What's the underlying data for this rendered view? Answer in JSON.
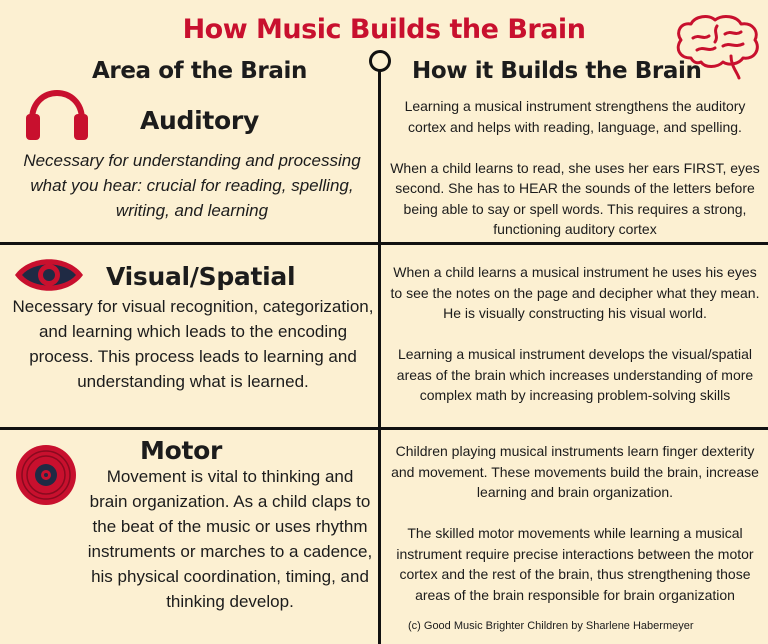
{
  "title": "How Music Builds the Brain",
  "headers": {
    "left": "Area of the Brain",
    "right": "How it Builds the Brain"
  },
  "colors": {
    "accent": "#c8102e",
    "background": "#fcf0d2",
    "divider": "#111111"
  },
  "sections": [
    {
      "title": "Auditory",
      "icon": "headphones-icon",
      "description": "Necessary for understanding and processing what you hear: crucial for reading, spelling, writing, and learning",
      "detail": "Learning a musical instrument strengthens the auditory cortex and helps with reading, language, and spelling.\n\nWhen a child learns to read, she uses her ears FIRST, eyes second. She has to HEAR the sounds of the letters before being able to say or spell words. This requires a strong, functioning auditory cortex"
    },
    {
      "title": "Visual/Spatial",
      "icon": "eye-icon",
      "description": "Necessary for visual recognition, categorization, and learning which leads to the encoding process. This process leads to learning and understanding what is learned.",
      "detail": "When a child learns a musical instrument he uses his eyes to see the notes on the page and decipher what they mean. He is visually constructing his visual world.\n\nLearning a musical instrument develops the visual/spatial areas of the brain which increases understanding of more complex math by increasing problem-solving skills"
    },
    {
      "title": "Motor",
      "icon": "record-disc-icon",
      "description": "Movement is vital to thinking and brain organization. As a child claps to the beat of the music or uses rhythm instruments or marches to a cadence, his physical coordination, timing, and thinking develop.",
      "detail": "Children playing musical instruments learn finger dexterity and movement. These movements build the brain, increase learning and brain organization.\n\nThe skilled motor movements while learning a musical instrument require precise interactions between the motor cortex and the rest of the brain, thus strengthening those areas of the brain responsible for brain organization"
    }
  ],
  "credit": "(c) Good Music Brighter Children by Sharlene Habermeyer"
}
